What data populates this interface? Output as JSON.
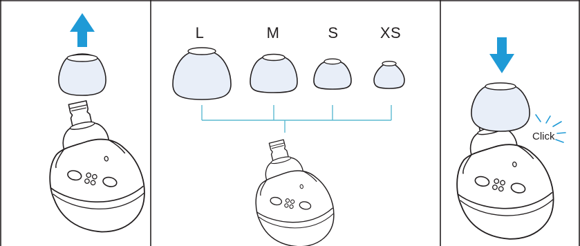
{
  "sizes": [
    "L",
    "M",
    "S",
    "XS"
  ],
  "click_label": "Click",
  "colors": {
    "arrow": "#1f9ad6",
    "tip_fill": "#e8eef8",
    "tip_stroke": "#231f20",
    "bracket": "#5bbad1",
    "click_rays": "#1f9ad6",
    "line": "#231f20"
  },
  "icons": {
    "up_arrow": "arrow-up-icon",
    "down_arrow": "arrow-down-icon"
  }
}
